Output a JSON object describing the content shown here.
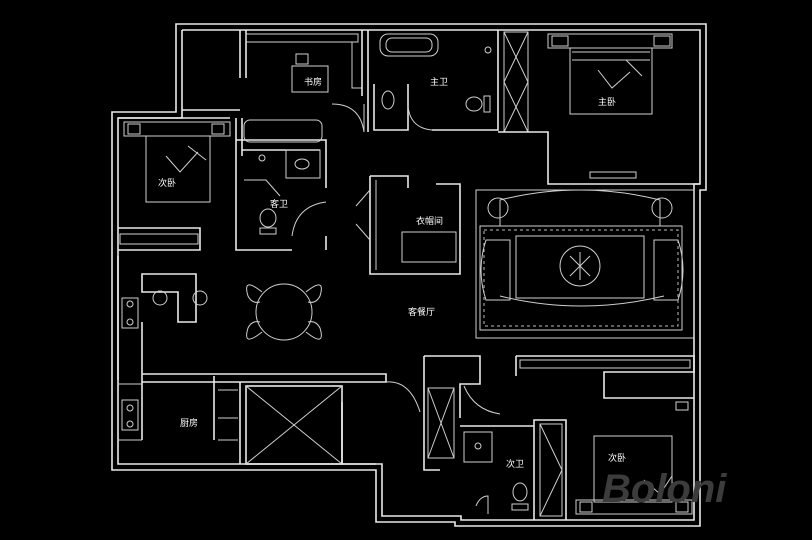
{
  "rooms": {
    "study": "书房",
    "master_bath": "主卫",
    "master_bedroom": "主卧",
    "second_bedroom_left": "次卧",
    "guest_bath": "客卫",
    "closet": "衣帽间",
    "living_dining": "客餐厅",
    "kitchen": "厨房",
    "second_bath": "次卫",
    "second_bedroom_right": "次卧"
  },
  "watermark": "Boloni",
  "colors": {
    "background": "#000000",
    "lines": "#e9e9e9",
    "watermark": "#3c3c3c"
  }
}
